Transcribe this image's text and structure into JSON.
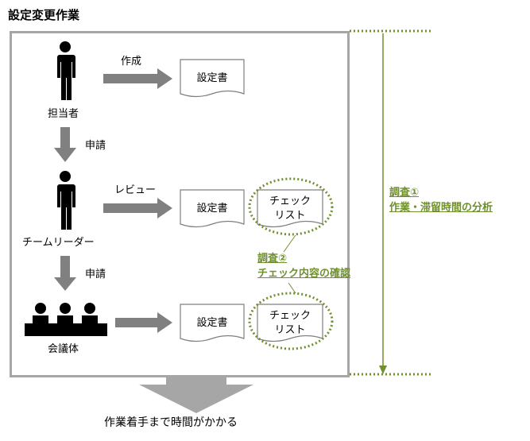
{
  "title": "設定変更作業",
  "actors": {
    "person1": "担当者",
    "person2": "チームリーダー",
    "group": "会議体"
  },
  "arrows": {
    "create": "作成",
    "review": "レビュー",
    "apply1": "申請",
    "apply2": "申請"
  },
  "documents": {
    "spec": "設定書",
    "checklist_line1": "チェック",
    "checklist_line2": "リスト"
  },
  "survey1": {
    "label": "調査①",
    "subject": "作業・滞留時間の分析"
  },
  "survey2": {
    "label": "調査②",
    "subject": "チェック内容の確認"
  },
  "footer": "作業着手まで時間がかかる",
  "colors": {
    "frame": "#a6a6a6",
    "arrow": "#808080",
    "accent_green": "#70902e",
    "icon": "#000000"
  }
}
